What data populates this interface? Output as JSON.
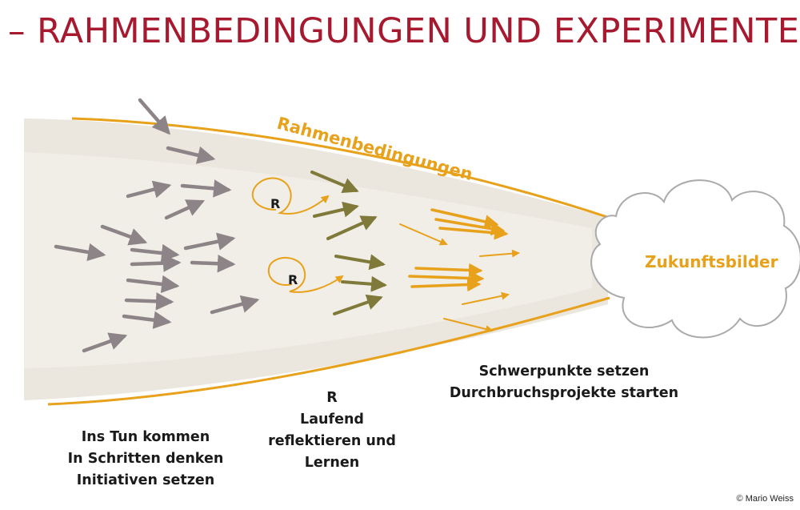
{
  "title": "– RAHMENBEDINGUNGEN UND EXPERIMENTE",
  "diagram": {
    "boundary_label": "Rahmenbedingungen",
    "cloud_label": "Zukunftsbilder",
    "r_marker_1": "R",
    "r_marker_2": "R"
  },
  "labels": {
    "left": [
      "Ins Tun kommen",
      "In Schritten denken",
      "Initiativen setzen"
    ],
    "middle": [
      "R",
      "Laufend",
      "reflektieren und",
      "Lernen"
    ],
    "right": [
      "Schwerpunkte setzen",
      "Durchbruchsprojekte starten"
    ]
  },
  "copyright": "© Mario Weiss",
  "colors": {
    "title": "#a6192e",
    "orange": "#e8a11a",
    "olive": "#7f7a3a",
    "grey_arrow": "#8c8486",
    "band": "#ebe7df"
  }
}
